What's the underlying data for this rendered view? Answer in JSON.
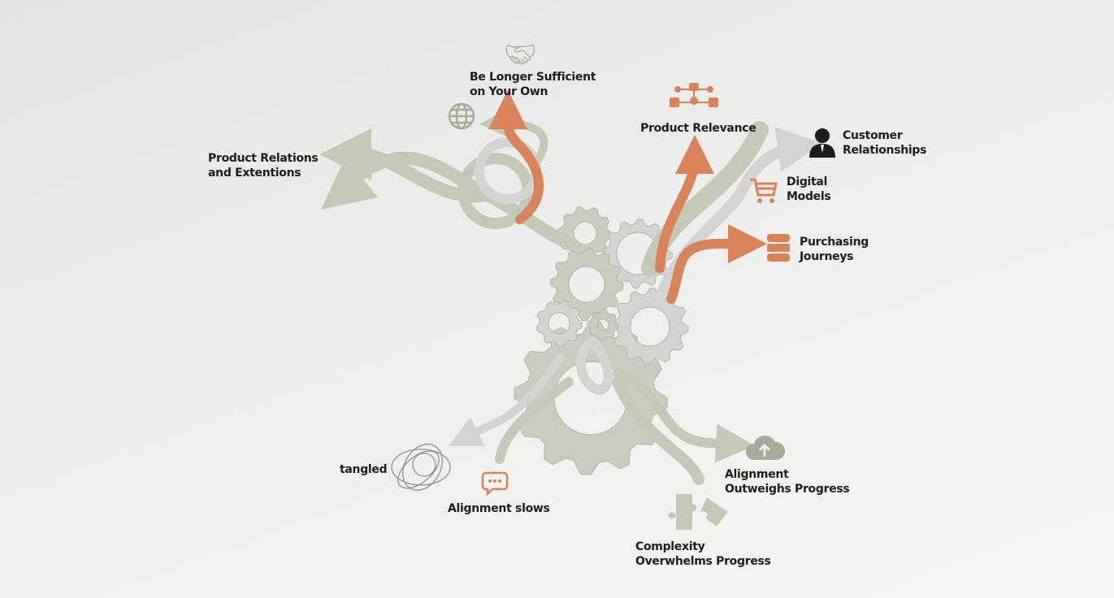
{
  "labels": {
    "be_longer": [
      "Be Longer Sufficient",
      "on Your Own"
    ],
    "product_relations": [
      "Product Relations",
      "and Extentions"
    ],
    "product_relevance": "Product Relevance",
    "customer_relationships": [
      "Customer",
      "Relationships"
    ],
    "digital_models": [
      "Digital",
      "Models"
    ],
    "purchasing_journeys": [
      "Purchasing",
      "Journeys"
    ],
    "tangled": "tangled",
    "alignment_slows": "Alignment slows",
    "alignment_outweighs": [
      "Alignment",
      "Outweighs Progress"
    ],
    "complexity_overwhelms": [
      "Complexity",
      "Overwhelms Progress"
    ]
  },
  "colors": {
    "sage": "#c4c9b6",
    "orange": "#d8835a",
    "gray": "#d3d3d1",
    "gear": "#c8cbbd",
    "text": "#1d1d1d"
  }
}
